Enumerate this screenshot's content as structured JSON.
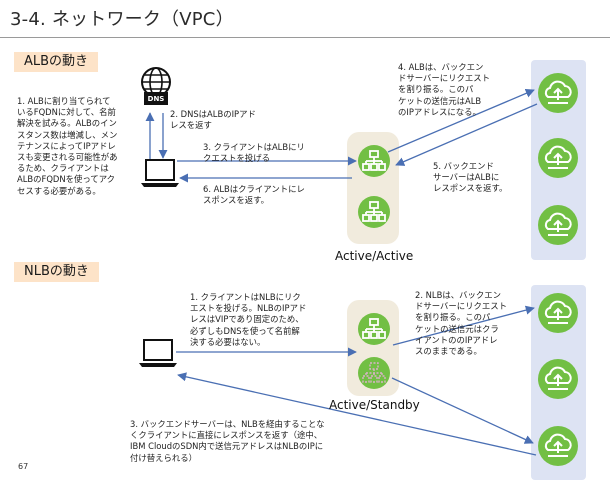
{
  "title": "3-4. ネットワーク（VPC）",
  "sections": {
    "alb": "ALBの動き",
    "nlb": "NLBの動き"
  },
  "icons": {
    "dns_label": "DNS"
  },
  "alb": {
    "note1": [
      "1. ALBに割り当てられて",
      "いるFQDNに対して、名前",
      "解決を試みる。ALBのイン",
      "スタンス数は増減し、メン",
      "テナンスによってIPアドレ",
      "スも変更される可能性があ",
      "るため、クライアントは",
      "ALBのFQDNを使ってアク",
      "セスする必要がある。"
    ],
    "note2": [
      "2. DNSはALBのIPアド",
      "レスを返す"
    ],
    "note3": [
      "3. クライアントはALBにリ",
      "クエストを投げる"
    ],
    "note4": [
      "4. ALBは、バックエン",
      "ドサーバーにリクエスト",
      "を割り振る。このパ",
      "ケットの送信元はALB",
      "のIPアドレスになる。"
    ],
    "note5": [
      "5. バックエンド",
      "サーバーはALBに",
      "レスポンスを返す。"
    ],
    "note6": [
      "6. ALBはクライアントにレ",
      "スポンスを返す。"
    ],
    "mode": "Active/Active"
  },
  "nlb": {
    "note1": [
      "1. クライアントはNLBにリク",
      "エストを投げる。NLBのIPアド",
      "レスはVIPであり固定のため、",
      "必ずしもDNSを使って名前解",
      "決する必要はない。"
    ],
    "note2": [
      "2. NLBは、バックエン",
      "ドサーバーにリクエスト",
      "を割り振る。このパ",
      "ケットの送信元はクラ",
      "イアントののIPアドレ",
      "スのままである。"
    ],
    "note3": [
      "3. バックエンドサーバーは、NLBを経由することな",
      "くクライアントに直接にレスポンスを返す（途中、",
      "IBM CloudのSDN内で送信元アドレスはNLBのIPに",
      "付け替えられる）"
    ],
    "mode": "Active/Standby"
  },
  "page_number": "67",
  "colors": {
    "arrow": "#4a6fb3",
    "green": "#72bf44",
    "panel": "#dde3f3",
    "pill": "#f1ebdd",
    "section_bg": "#fde3c8"
  }
}
